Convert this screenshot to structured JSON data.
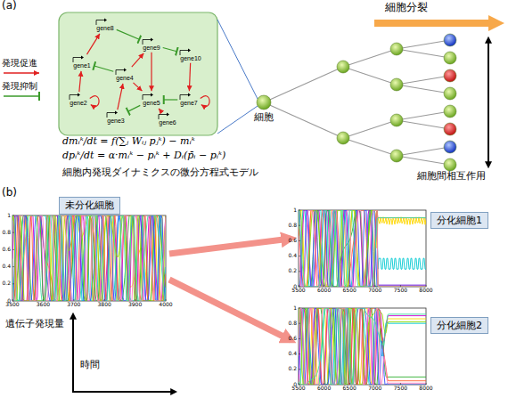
{
  "diagram": {
    "nodes": [
      {
        "text": []
      },
      {
        "text": [
          "gene8"
        ],
        "in": 0
      },
      {
        "text": [
          "gene9"
        ],
        "in": 0
      },
      {
        "text": [
          "gene1"
        ],
        "in": 0
      },
      {
        "text": [
          "gene10"
        ],
        "in": 0
      },
      {
        "text": [
          "gene4"
        ],
        "in": 0
      },
      {
        "text": [
          "gene2"
        ],
        "in": 0
      },
      {
        "text": [
          "gene5"
        ],
        "in": 0
      },
      {
        "text": [
          "gene7"
        ],
        "in": 0
      },
      {
        "text": [
          "gene3"
        ],
        "in": 0
      },
      {
        "text": [
          "gene6"
        ],
        "in": 0
      },
      {
        "text": [
          "未分化細胞"
        ]
      },
      {
        "text": [
          "分化細胞1"
        ]
      },
      {
        "text": [
          "分化細胞2"
        ]
      }
    ],
    "edges": [
      {
        "from": 1,
        "to": 2,
        "arrow": "to"
      },
      {
        "from": 2,
        "to": 4,
        "arrow": "to"
      },
      {
        "from": 3,
        "to": 1,
        "arrow": "to"
      },
      {
        "from": 5,
        "to": 3,
        "arrow": "to"
      },
      {
        "from": 5,
        "to": 2,
        "arrow": "to"
      },
      {
        "from": 2,
        "to": 7,
        "arrow": "to"
      },
      {
        "from": 4,
        "to": 8,
        "arrow": "to"
      },
      {
        "from": 6,
        "to": 3,
        "arrow": "to"
      },
      {
        "from": 6,
        "to": 6,
        "arrow": "to"
      },
      {
        "from": 9,
        "to": 5,
        "arrow": "to"
      },
      {
        "from": 7,
        "to": 9,
        "arrow": "to"
      },
      {
        "from": 8,
        "to": 7,
        "arrow": "to"
      },
      {
        "from": 10,
        "to": 7,
        "arrow": "to"
      },
      {
        "from": 8,
        "to": 8,
        "arrow": "to"
      },
      {
        "from": 5,
        "to": 7,
        "arrow": "to"
      }
    ],
    "labels": [
      "(a)",
      "細胞分裂",
      "細胞",
      "細胞間相互作用",
      "dmᵢᵏ/dt = f(∑ⱼ Wᵢⱼ pⱼᵏ) − mᵢᵏ",
      "dpᵢᵏ/dt = α·mᵢᵏ − pᵢᵏ + Dᵢ(p̄ᵢ − pᵢᵏ)",
      "細胞内発現ダイナミクスの微分方程式モデル",
      "(b)",
      "遺伝子発現量",
      "時間",
      "3500",
      "3600",
      "3700",
      "3800",
      "3900",
      "4000",
      "0",
      "0.2",
      "0.4",
      "0.6",
      "0.8",
      "1",
      "5500",
      "6000",
      "6500",
      "7000",
      "7500",
      "8000",
      "0",
      "0.2",
      "0.4",
      "0.6",
      "0.8",
      "1",
      "5500",
      "6000",
      "6500",
      "7000",
      "7500",
      "8000",
      "0",
      "0.2",
      "0.4",
      "0.6",
      "0.8",
      "1"
    ],
    "legend": [
      {
        "text": "発現促進"
      },
      {
        "text": "発現抑制"
      }
    ]
  }
}
